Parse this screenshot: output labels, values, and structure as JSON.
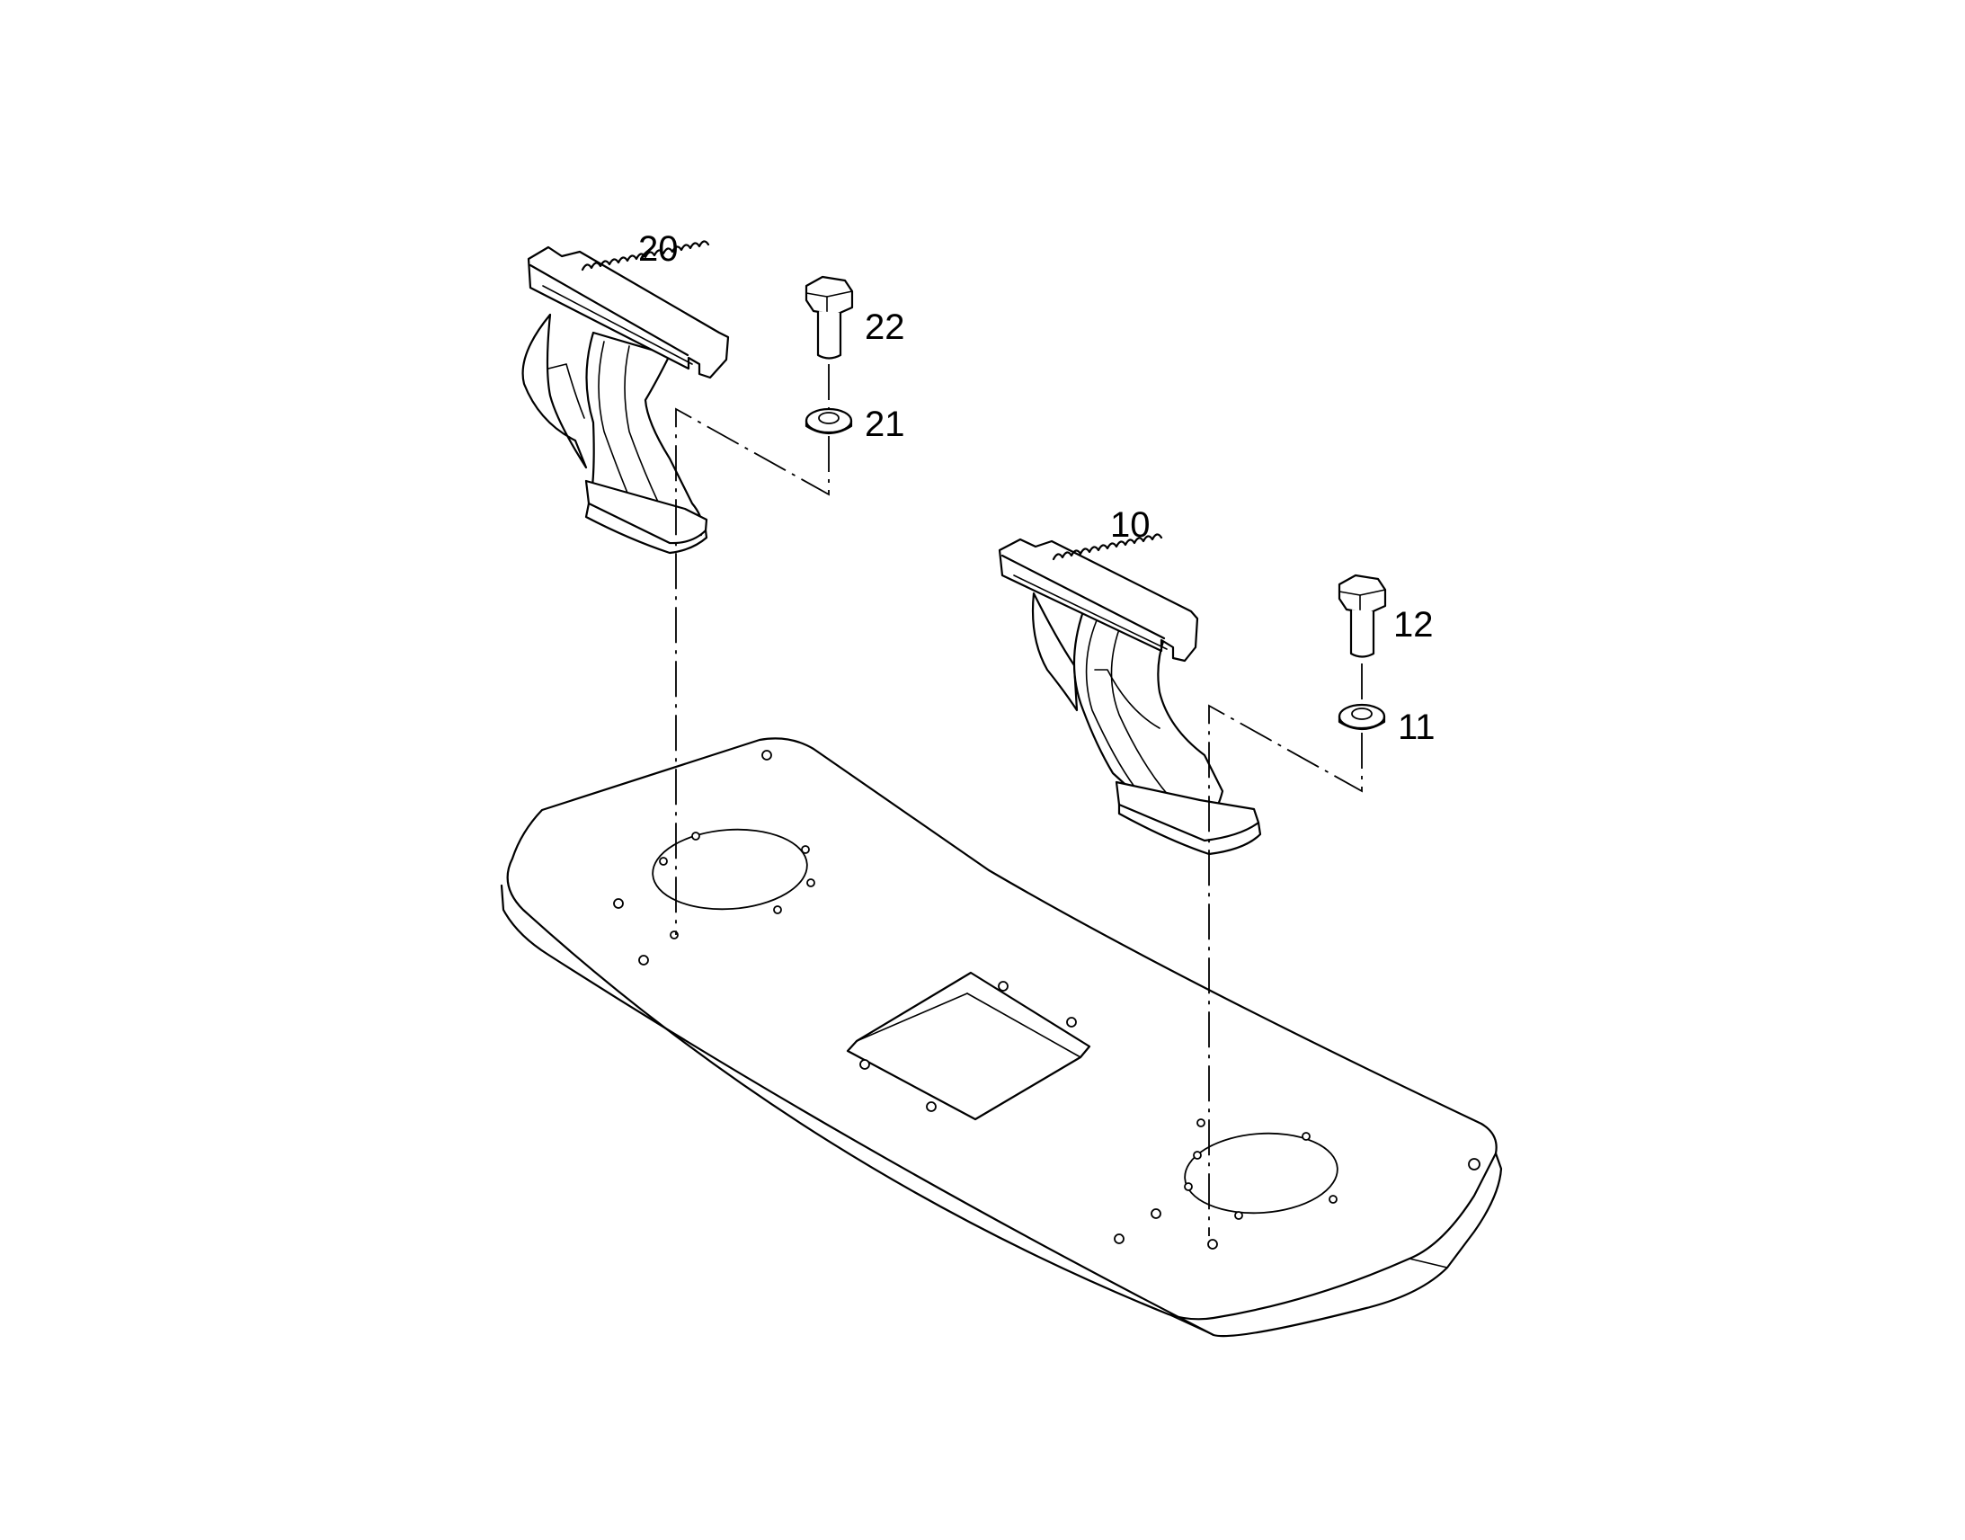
{
  "diagram": {
    "callouts": {
      "c20": "20",
      "c22": "22",
      "c21": "21",
      "c10": "10",
      "c12": "12",
      "c11": "11"
    },
    "colors": {
      "line": "#000000",
      "background": "#ffffff"
    }
  }
}
